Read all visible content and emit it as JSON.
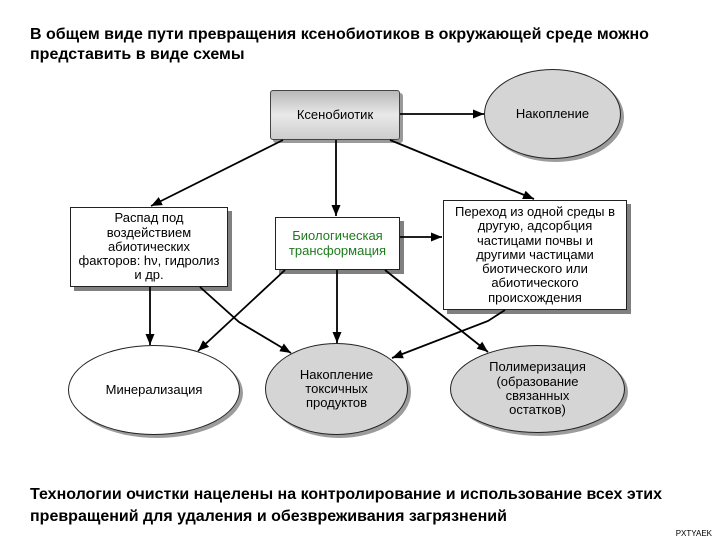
{
  "slide": {
    "title": "В общем виде пути превращения ксенобиотиков в окружающей среде можно\nпредставить в виде схемы",
    "conclusion": "Технологии очистки нацелены на контролирование и использование всех этих\nпревращений для удаления и обезвреживания загрязнений",
    "footer": "PXTYAEK"
  },
  "diagram": {
    "nodes": {
      "xenobiotic": "Ксенобиотик",
      "accumulation": "Накопление",
      "abiotic_decay": "Распад под\nвоздействием\nабиотических\nфакторов: hν, гидролиз\nи др.",
      "biological_transformation": "Биологическая\nтрансформация",
      "medium_transfer": "Переход из одной среды в\nдругую, адсорбция\nчастицами почвы и\nдругими частицами\nбиотического или\nабиотического\nпроисхождения",
      "mineralization": "Минерализация",
      "toxic_products_accumulation": "Накопление\nтоксичных\nпродуктов",
      "polymerization": "Полимеризация\n(образование\nсвязанных\nостатков)"
    }
  },
  "colors": {
    "background": "#ffffff",
    "text": "#000000",
    "outline": "#222222",
    "ellipse_fill": "#d5d5d5",
    "biological_transformation_text": "#1e7b1e"
  }
}
